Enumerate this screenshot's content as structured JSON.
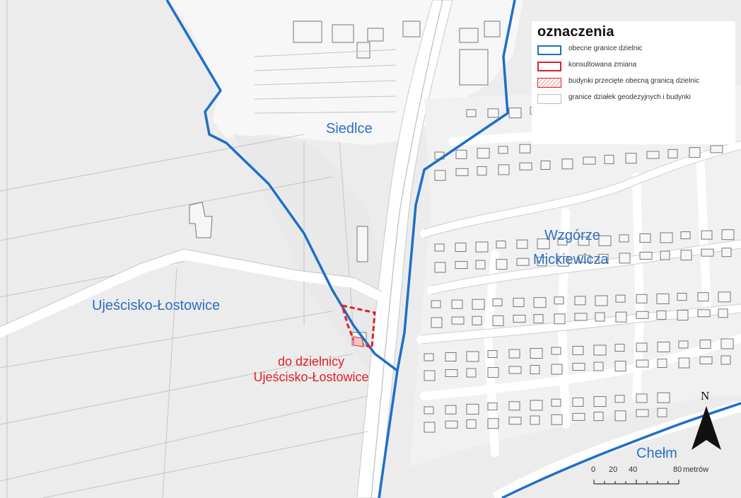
{
  "legend": {
    "title": "oznaczenia",
    "items": [
      {
        "swatch": "blue-outline",
        "label": "obecne granice dzielnic"
      },
      {
        "swatch": "red-outline",
        "label": "konsultowana zmiana"
      },
      {
        "swatch": "red-hatch",
        "label": "budynki przecięte obecną granicą dzielnic"
      },
      {
        "swatch": "grey-outline",
        "label": "granice działek geodezyjnych i budynki"
      }
    ]
  },
  "districts": {
    "siedlce": "Siedlce",
    "wzgorze_line1": "Wzgórze",
    "wzgorze_line2": "Mickiewicza",
    "ujescisko": "Ujeścisko-Łostowice",
    "chelm": "Chełm"
  },
  "change_label": {
    "line1": "do dzielnicy",
    "line2": "Ujeścisko-Łostowice"
  },
  "north_arrow": {
    "letter": "N",
    "icon": "north-arrow-icon"
  },
  "scale_bar": {
    "ticks": [
      "0",
      "20",
      "40",
      "80"
    ],
    "unit": "metrów"
  },
  "colors": {
    "district_boundary": "#1f6fc6",
    "proposed_change": "#e0202a",
    "parcel_lines": "#bdbdbd",
    "road_fill": "#ffffff",
    "land_fill": "#ececec"
  }
}
